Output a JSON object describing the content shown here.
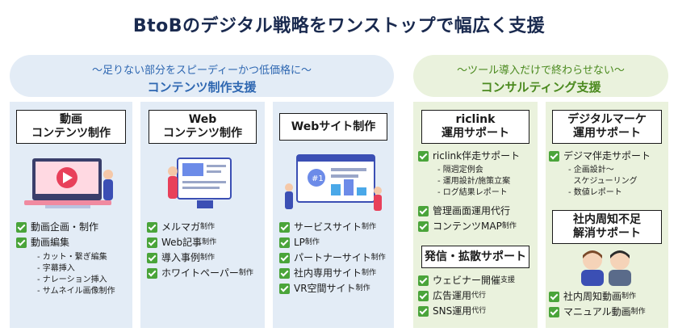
{
  "title": "BtoBのデジタル戦略をワンストップで幅広く支援",
  "left_band": {
    "tagline": "～足りない部分をスピーディーかつ低価格に～",
    "category": "コンテンツ制作支援"
  },
  "right_band": {
    "tagline": "～ツール導入だけで終わらせない～",
    "category": "コンサルティング支援"
  },
  "video": {
    "heading_l1": "動画",
    "heading_l2": "コンテンツ制作",
    "items": [
      {
        "label": "動画企画・制作",
        "suffix": ""
      },
      {
        "label": "動画編集",
        "suffix": ""
      }
    ],
    "subs": [
      "- カット・繋ぎ編集",
      "- 字幕挿入",
      "- ナレーション挿入",
      "- サムネイル画像制作"
    ]
  },
  "web_content": {
    "heading_l1": "Web",
    "heading_l2": "コンテンツ制作",
    "items": [
      {
        "label": "メルマガ",
        "suffix": "制作"
      },
      {
        "label": "Web記事",
        "suffix": "制作"
      },
      {
        "label": "導入事例",
        "suffix": "制作"
      },
      {
        "label": "ホワイトペーパー",
        "suffix": "制作"
      }
    ]
  },
  "website": {
    "heading": "Webサイト制作",
    "items": [
      {
        "label": "サービスサイト",
        "suffix": "制作"
      },
      {
        "label": "LP",
        "suffix": "制作"
      },
      {
        "label": "パートナーサイト",
        "suffix": "制作"
      },
      {
        "label": "社内専用サイト",
        "suffix": "制作"
      },
      {
        "label": "VR空間サイト",
        "suffix": "制作"
      }
    ]
  },
  "riclink": {
    "heading_l1": "riclink",
    "heading_l2": "運用サポート",
    "item_main": "riclink伴走サポート",
    "subs": [
      "- 隔週定例会",
      "- 運用設計/施策立案",
      "- ログ結果レポート"
    ],
    "items": [
      {
        "label": "管理画面運用代行",
        "suffix": ""
      },
      {
        "label": "コンテンツMAP",
        "suffix": "制作"
      }
    ]
  },
  "promo": {
    "heading": "発信・拡散サポート",
    "items": [
      {
        "label": "ウェビナー開催",
        "suffix": "支援"
      },
      {
        "label": "広告運用",
        "suffix": "代行"
      },
      {
        "label": "SNS運用",
        "suffix": "代行"
      }
    ]
  },
  "digital": {
    "heading_l1": "デジタルマーケ",
    "heading_l2": "運用サポート",
    "item_main": "デジマ伴走サポート",
    "subs": [
      "- 企画設計～",
      "  スケジューリング",
      "- 数値レポート"
    ]
  },
  "internal": {
    "heading_l1": "社内周知不足",
    "heading_l2": "解消サポート",
    "items": [
      {
        "label": "社内周知動画",
        "suffix": "制作"
      },
      {
        "label": "マニュアル動画",
        "suffix": "制作"
      }
    ]
  },
  "colors": {
    "blue_panel": "#e3ecf6",
    "green_panel": "#eaf2dd",
    "check": "#4aa43a",
    "title": "#1a2a4f"
  }
}
